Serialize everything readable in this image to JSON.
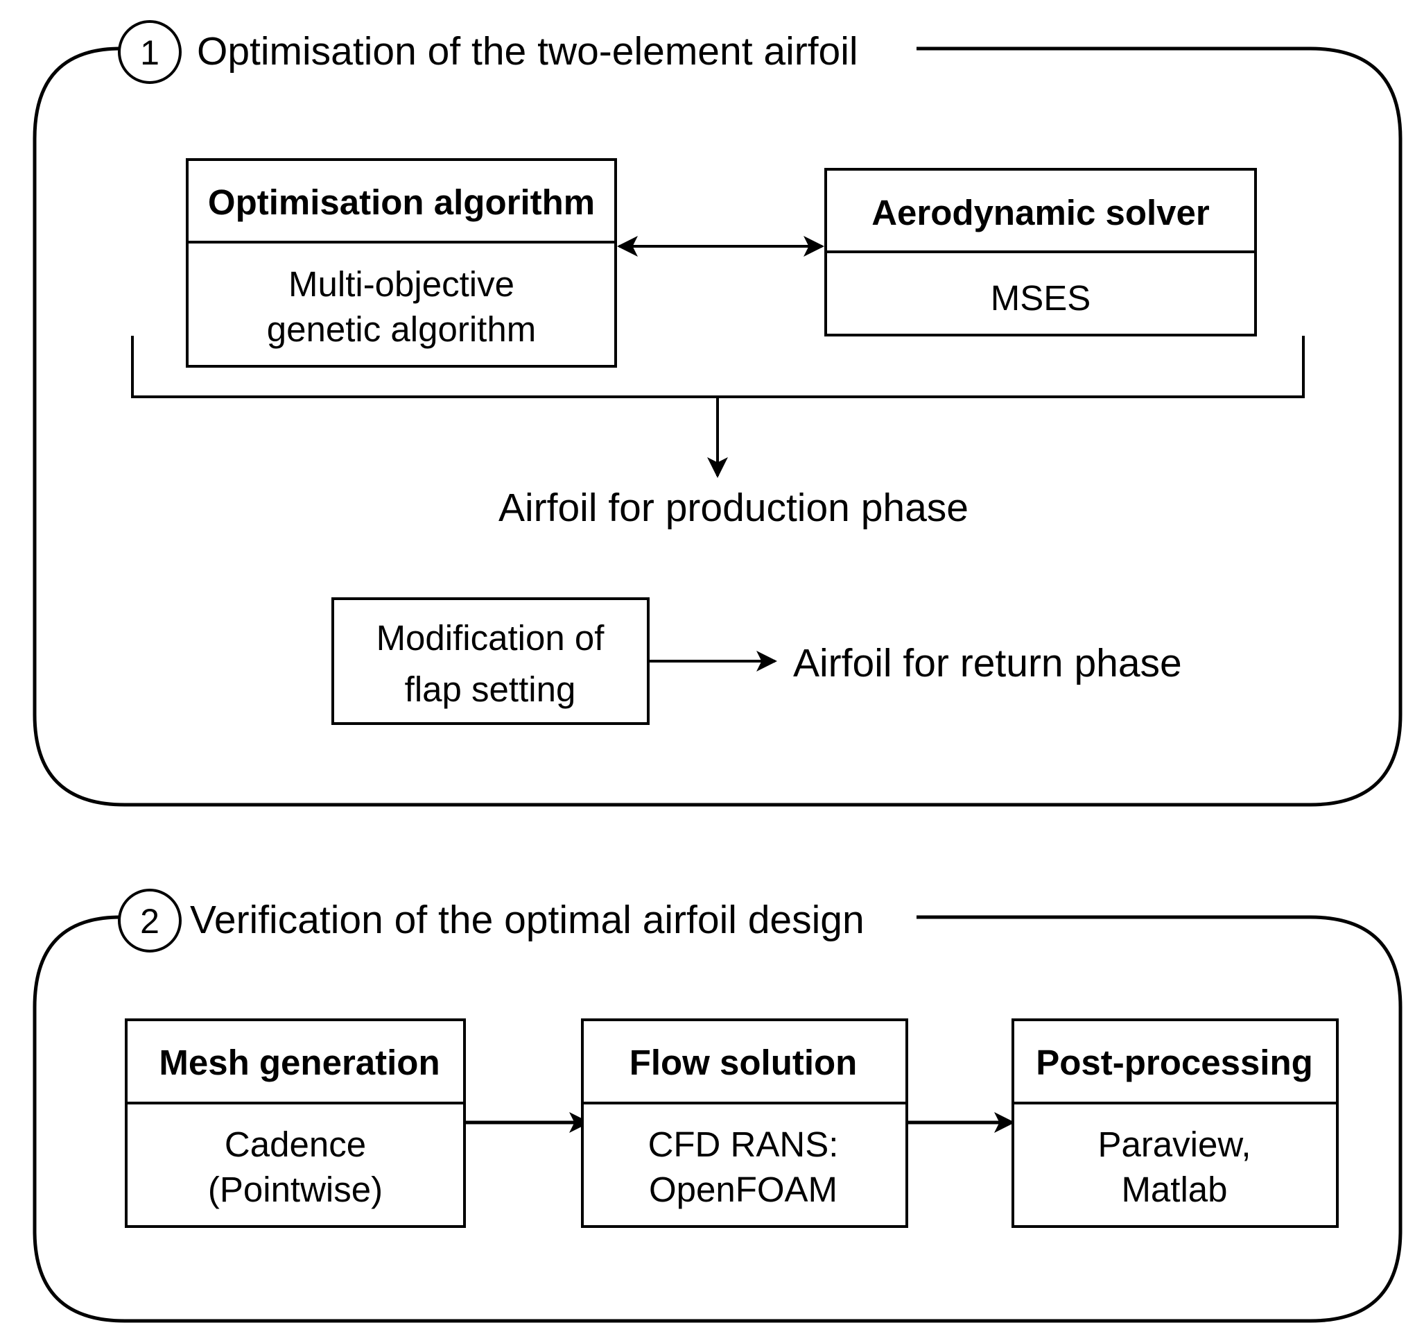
{
  "stage1": {
    "number": "1",
    "title": "Optimisation of the two-element airfoil",
    "optimiser": {
      "title": "Optimisation algorithm",
      "line1": "Multi-objective",
      "line2": "genetic algorithm"
    },
    "solver": {
      "title": "Aerodynamic solver",
      "body": "MSES"
    },
    "production_output": "Airfoil for production phase",
    "modification": {
      "line1": "Modification of",
      "line2": "flap setting"
    },
    "return_output": "Airfoil for return phase"
  },
  "stage2": {
    "number": "2",
    "title": "Verification of the optimal airfoil design",
    "mesh": {
      "title": "Mesh generation",
      "line1": "Cadence",
      "line2": "(Pointwise)"
    },
    "flow": {
      "title": "Flow solution",
      "line1": "CFD RANS:",
      "line2": "OpenFOAM"
    },
    "post": {
      "title": "Post-processing",
      "line1": "Paraview,",
      "line2": "Matlab"
    }
  }
}
